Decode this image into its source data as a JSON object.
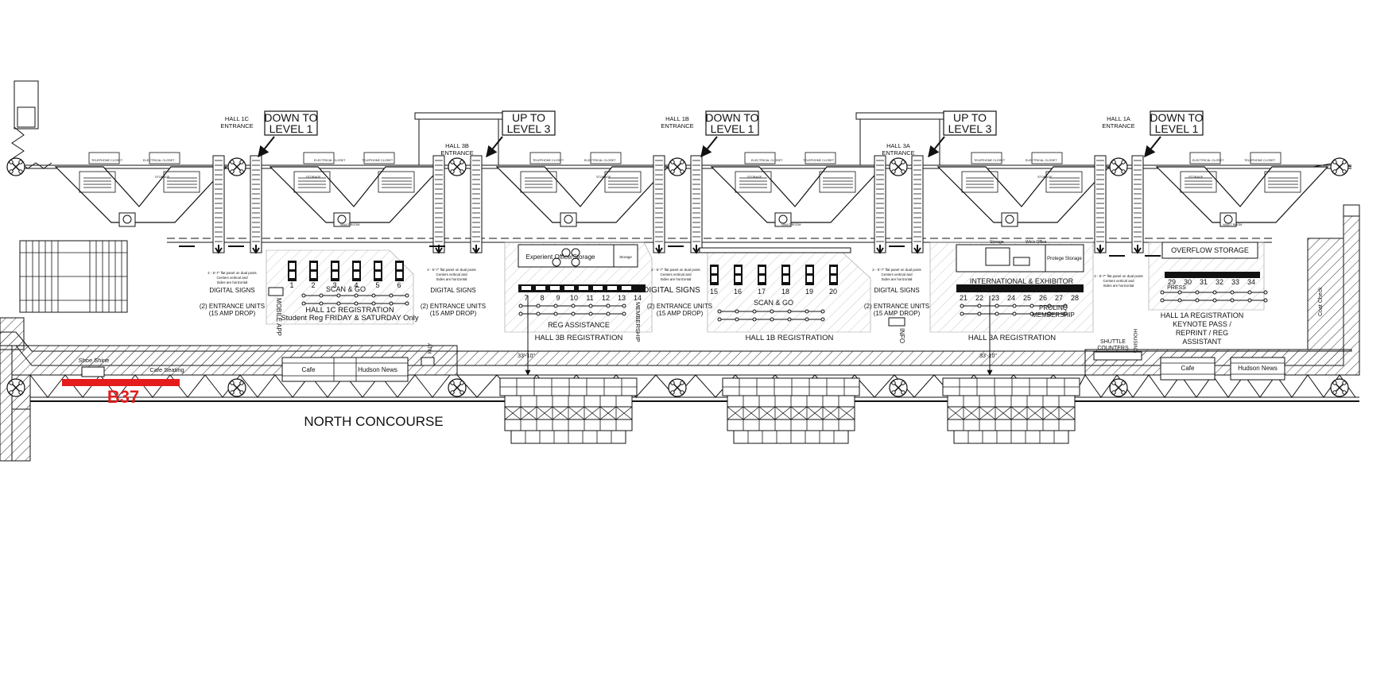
{
  "colors": {
    "highlight": "#e51c1c",
    "ink": "#111111",
    "hatch": "#555555"
  },
  "level_callouts": [
    {
      "line1": "DOWN TO",
      "line2": "LEVEL 1"
    },
    {
      "line1": "UP TO",
      "line2": "LEVEL 3"
    },
    {
      "line1": "DOWN TO",
      "line2": "LEVEL 1"
    },
    {
      "line1": "UP TO",
      "line2": "LEVEL 3"
    },
    {
      "line1": "DOWN TO",
      "line2": "LEVEL 1"
    }
  ],
  "entrances": [
    {
      "line1": "HALL 1C",
      "line2": "ENTRANCE"
    },
    {
      "line1": "HALL 3B",
      "line2": "ENTRANCE"
    },
    {
      "line1": "HALL 1B",
      "line2": "ENTRANCE"
    },
    {
      "line1": "HALL 3A",
      "line2": "ENTRANCE"
    },
    {
      "line1": "HALL 1A",
      "line2": "ENTRANCE"
    }
  ],
  "room_labels": {
    "telephone": "TELEPHONE CLOSET",
    "electrical": "ELECTRICAL CLOSET",
    "storage": "STORAGE",
    "vault": "VAULT ROOM"
  },
  "signs": {
    "digital": "DIGITAL SIGNS",
    "entrance_units_1": "(2) ENTRANCE UNITS",
    "entrance_units_2": "(15 AMP DROP)",
    "note_1": "2 - 5'-7\" flat panel on dual posts",
    "note_2": "Centers vertical and",
    "note_3": "Sides are horizontal"
  },
  "hall_1c": {
    "counters": [
      "1",
      "2",
      "3",
      "4",
      "5",
      "6"
    ],
    "scan": "SCAN & GO",
    "title": "HALL 1C REGISTRATION",
    "subtitle": "Student Reg FRIDAY & SATURDAY Only",
    "mobile_app": "MOBILE APP"
  },
  "hall_3b": {
    "office": "Experient Office/Storage",
    "storage_small": "Storage",
    "counters": [
      "7",
      "8",
      "9",
      "10",
      "11",
      "12",
      "13",
      "14"
    ],
    "assist": "REG ASSISTANCE",
    "membership": "MEMBERSHIP",
    "title": "HALL 3B REGISTRATION"
  },
  "hall_1b": {
    "counters": [
      "15",
      "16",
      "17",
      "18",
      "19",
      "20"
    ],
    "scan": "SCAN & GO",
    "title": "HALL 1B REGISTRATION"
  },
  "info": "INFO",
  "hall_3a": {
    "storage_top": "Storage",
    "storage_top_2": "Win's Office",
    "protege": "Protege Storage",
    "intl": "INTERNATIONAL & EXHIBITOR",
    "counters": [
      "21",
      "22",
      "23",
      "24",
      "25",
      "26",
      "27",
      "28"
    ],
    "prolink": "PROLINQ",
    "membership": "MEMBERSHIP",
    "title": "HALL 3A REGISTRATION"
  },
  "hall_1a": {
    "overflow": "OVERFLOW STORAGE",
    "press": "PRESS",
    "counters": [
      "29",
      "30",
      "31",
      "32",
      "33",
      "34"
    ],
    "title_1": "HALL 1A REGISTRATION",
    "title_2": "KEYNOTE PASS /",
    "title_3": "REPRINT / REG",
    "title_4": "ASSISTANT",
    "shuttle_1": "SHUTTLE",
    "shuttle_2": "COUNTERS",
    "housing": "HOUSING",
    "coat_check": "Coat Check"
  },
  "concourse": {
    "name": "NORTH CONCOURSE",
    "shoe_shine": "Shoe Shine",
    "cafe_seating": "Cafe Seating",
    "cafe": "Cafe",
    "hudson": "Hudson News",
    "cafe_2": "Cafe",
    "hudson_2": "Hudson News",
    "atm": "ATM",
    "dim": "33'-10\"",
    "dim_2": "33'-10\""
  },
  "booth": {
    "label": "B37"
  }
}
